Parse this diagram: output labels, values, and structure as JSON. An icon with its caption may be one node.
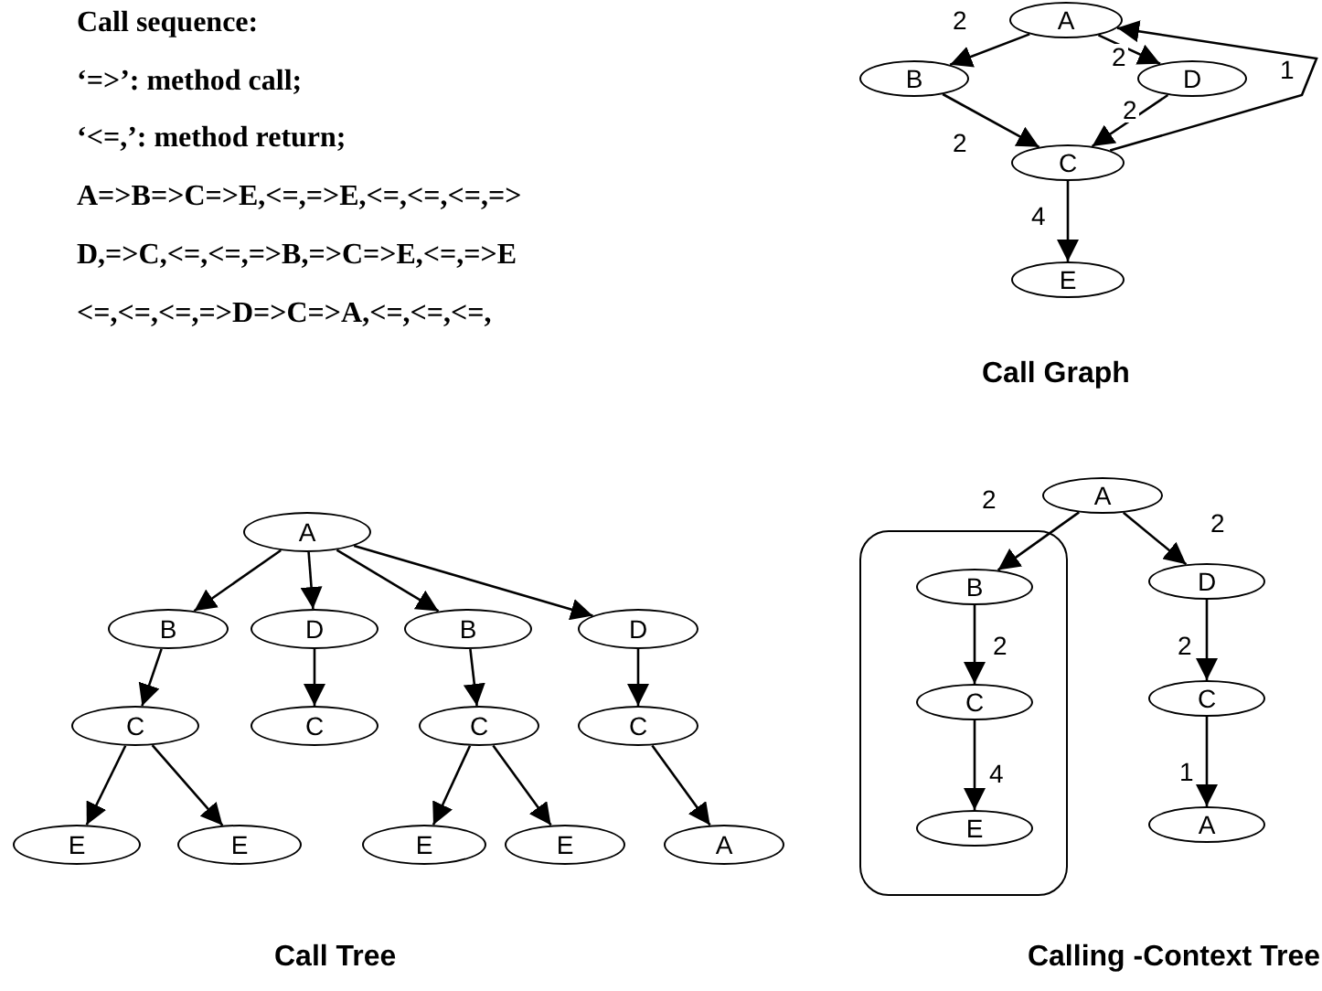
{
  "diagram": {
    "nodes": [
      {
        "text": [
          "A"
        ]
      },
      {
        "text": [
          "B"
        ]
      },
      {
        "text": [
          "D"
        ]
      },
      {
        "text": [
          "C"
        ]
      },
      {
        "text": [
          "E"
        ]
      },
      {
        "text": [
          "A"
        ]
      },
      {
        "text": [
          "B"
        ]
      },
      {
        "text": [
          "D"
        ]
      },
      {
        "text": [
          "B"
        ]
      },
      {
        "text": [
          "D"
        ]
      },
      {
        "text": [
          "C"
        ]
      },
      {
        "text": [
          "C"
        ]
      },
      {
        "text": [
          "C"
        ]
      },
      {
        "text": [
          "C"
        ]
      },
      {
        "text": [
          "E"
        ]
      },
      {
        "text": [
          "E"
        ]
      },
      {
        "text": [
          "E"
        ]
      },
      {
        "text": [
          "E"
        ]
      },
      {
        "text": [
          "A"
        ]
      },
      {
        "text": [
          "A"
        ]
      },
      {
        "text": [],
        "shape": "box"
      },
      {
        "text": [
          "B"
        ],
        "in": 20
      },
      {
        "text": [
          "C"
        ],
        "in": 20
      },
      {
        "text": [
          "E"
        ],
        "in": 20
      },
      {
        "text": [
          "D"
        ]
      },
      {
        "text": [
          "C"
        ]
      },
      {
        "text": [
          "A"
        ]
      }
    ],
    "edges": [
      {
        "from": 0,
        "to": 1,
        "arrow": "to",
        "label": "2"
      },
      {
        "from": 0,
        "to": 2,
        "arrow": "to",
        "label": "2"
      },
      {
        "from": 1,
        "to": 3,
        "arrow": "to",
        "label": "2"
      },
      {
        "from": 2,
        "to": 3,
        "arrow": "to",
        "label": "2"
      },
      {
        "from": 3,
        "to": 0,
        "arrow": "to",
        "label": "1"
      },
      {
        "from": 3,
        "to": 4,
        "arrow": "to",
        "label": "4"
      },
      {
        "from": 5,
        "to": 6,
        "arrow": "to"
      },
      {
        "from": 5,
        "to": 7,
        "arrow": "to"
      },
      {
        "from": 5,
        "to": 8,
        "arrow": "to"
      },
      {
        "from": 5,
        "to": 9,
        "arrow": "to"
      },
      {
        "from": 6,
        "to": 10,
        "arrow": "to"
      },
      {
        "from": 7,
        "to": 11,
        "arrow": "to"
      },
      {
        "from": 8,
        "to": 12,
        "arrow": "to"
      },
      {
        "from": 9,
        "to": 13,
        "arrow": "to"
      },
      {
        "from": 10,
        "to": 14,
        "arrow": "to"
      },
      {
        "from": 10,
        "to": 15,
        "arrow": "to"
      },
      {
        "from": 12,
        "to": 16,
        "arrow": "to"
      },
      {
        "from": 12,
        "to": 17,
        "arrow": "to"
      },
      {
        "from": 13,
        "to": 18,
        "arrow": "to"
      },
      {
        "from": 19,
        "to": 21,
        "arrow": "to",
        "label": "2"
      },
      {
        "from": 19,
        "to": 24,
        "arrow": "to",
        "label": "2"
      },
      {
        "from": 21,
        "to": 22,
        "arrow": "to",
        "label": "2"
      },
      {
        "from": 22,
        "to": 23,
        "arrow": "to",
        "label": "4"
      },
      {
        "from": 24,
        "to": 25,
        "arrow": "to",
        "label": "2"
      },
      {
        "from": 25,
        "to": 26,
        "arrow": "to",
        "label": "1"
      }
    ],
    "labels": [
      "Call sequence:",
      "‘=>’: method call;",
      "‘<=,’: method return;",
      "A=>B=>C=>E,<=,=>E,<=,<=,<=,=>",
      "D,=>C,<=,<=,=>B,=>C=>E,<=,=>E",
      "<=,<=,<=,=>D=>C=>A,<=,<=,<=,",
      "Call Graph",
      "Call Tree",
      "Calling -Context Tree"
    ]
  }
}
